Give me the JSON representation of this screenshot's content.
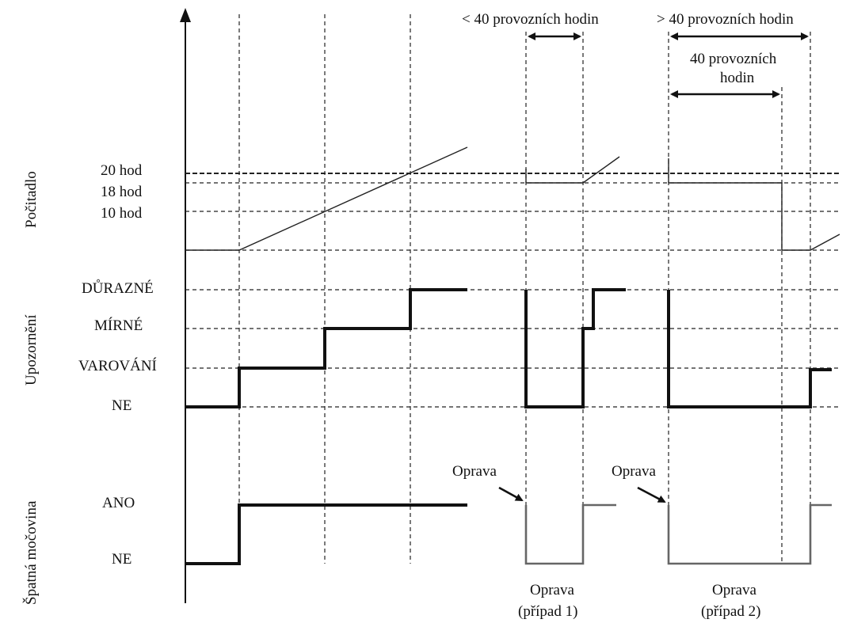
{
  "y_groups": {
    "counter": "Počitadlo",
    "warning": "Upozornění",
    "bad_urea": "Špatná močovina"
  },
  "counter_levels": [
    "20 hod",
    "18 hod",
    "10 hod"
  ],
  "warning_levels": [
    "DŮRAZNÉ",
    "MÍRNÉ",
    "VAROVÁNÍ",
    "NE"
  ],
  "urea_levels": [
    "ANO",
    "NE"
  ],
  "top_annotations": {
    "case1_span": "< 40 provozních hodin",
    "case2_span": "> 40 provozních hodin",
    "case2_inner_line1": "40 provozních",
    "case2_inner_line2": "hodin"
  },
  "repair_label": "Oprava",
  "case1_caption": {
    "line1": "Oprava",
    "line2": "(případ 1)"
  },
  "case2_caption": {
    "line1": "Oprava",
    "line2": "(případ 2)"
  }
}
